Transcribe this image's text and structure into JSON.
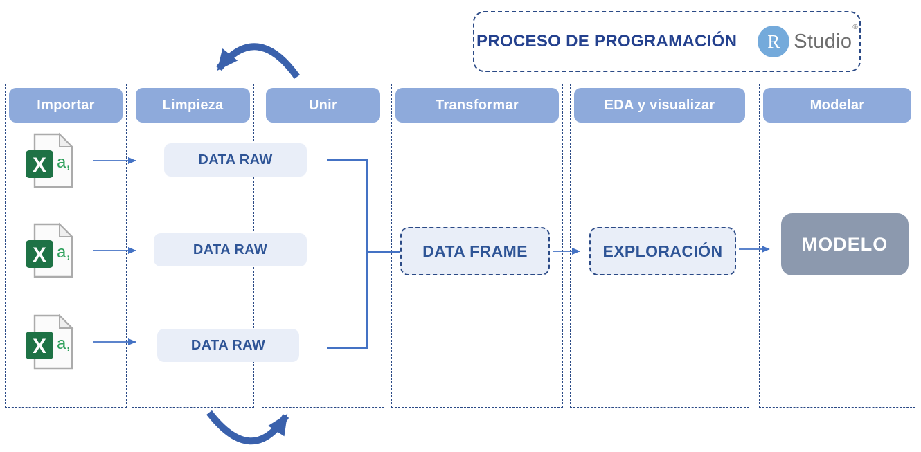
{
  "colors": {
    "navy": "#2B4A86",
    "title-text": "#24418E",
    "header-fill": "#8EAADB",
    "node-fill": "#E9EEF8",
    "node-text": "#2E5496",
    "connector": "#4472C4",
    "curved-arrow": "#3A61AC",
    "modelo-fill": "#8C99AE",
    "excel-green": "#1E7245",
    "excel-letter-green": "#2CA05A",
    "rstudio-blue": "#74AADB",
    "studio-gray": "#6E6E6E"
  },
  "title_box": {
    "title": "PROCESO DE PROGRAMACIÓN",
    "rstudio_logo": {
      "r": "R",
      "studio": "Studio",
      "registered": "®"
    }
  },
  "columns": [
    {
      "label": "Importar"
    },
    {
      "label": "Limpieza"
    },
    {
      "label": "Unir"
    },
    {
      "label": "Transformar"
    },
    {
      "label": "EDA y visualizar"
    },
    {
      "label": "Modelar"
    }
  ],
  "import_rows": [
    {
      "file_icon": {
        "badge": "X",
        "snippet": "a,"
      },
      "data_raw_label": "DATA RAW"
    },
    {
      "file_icon": {
        "badge": "X",
        "snippet": "a,"
      },
      "data_raw_label": "DATA RAW"
    },
    {
      "file_icon": {
        "badge": "X",
        "snippet": "a,"
      },
      "data_raw_label": "DATA RAW"
    }
  ],
  "nodes": {
    "data_frame": "DATA FRAME",
    "exploracion": "EXPLORACIÓN",
    "modelo": "MODELO"
  }
}
